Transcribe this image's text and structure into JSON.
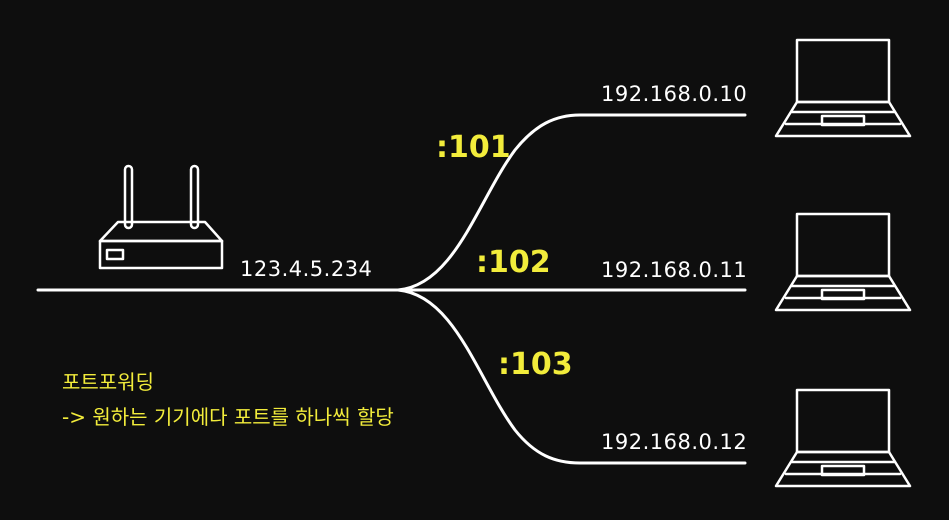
{
  "router": {
    "ip": "123.4.5.234"
  },
  "ports": [
    ":101",
    ":102",
    ":103"
  ],
  "laptops": [
    {
      "ip": "192.168.0.10"
    },
    {
      "ip": "192.168.0.11"
    },
    {
      "ip": "192.168.0.12"
    }
  ],
  "caption": {
    "title": "포트포워딩",
    "description": "-> 원하는 기기에다 포트를 하나씩 할당"
  },
  "colors": {
    "background": "#0e0e0e",
    "line": "#ffffff",
    "accent": "#f2ec3b"
  }
}
